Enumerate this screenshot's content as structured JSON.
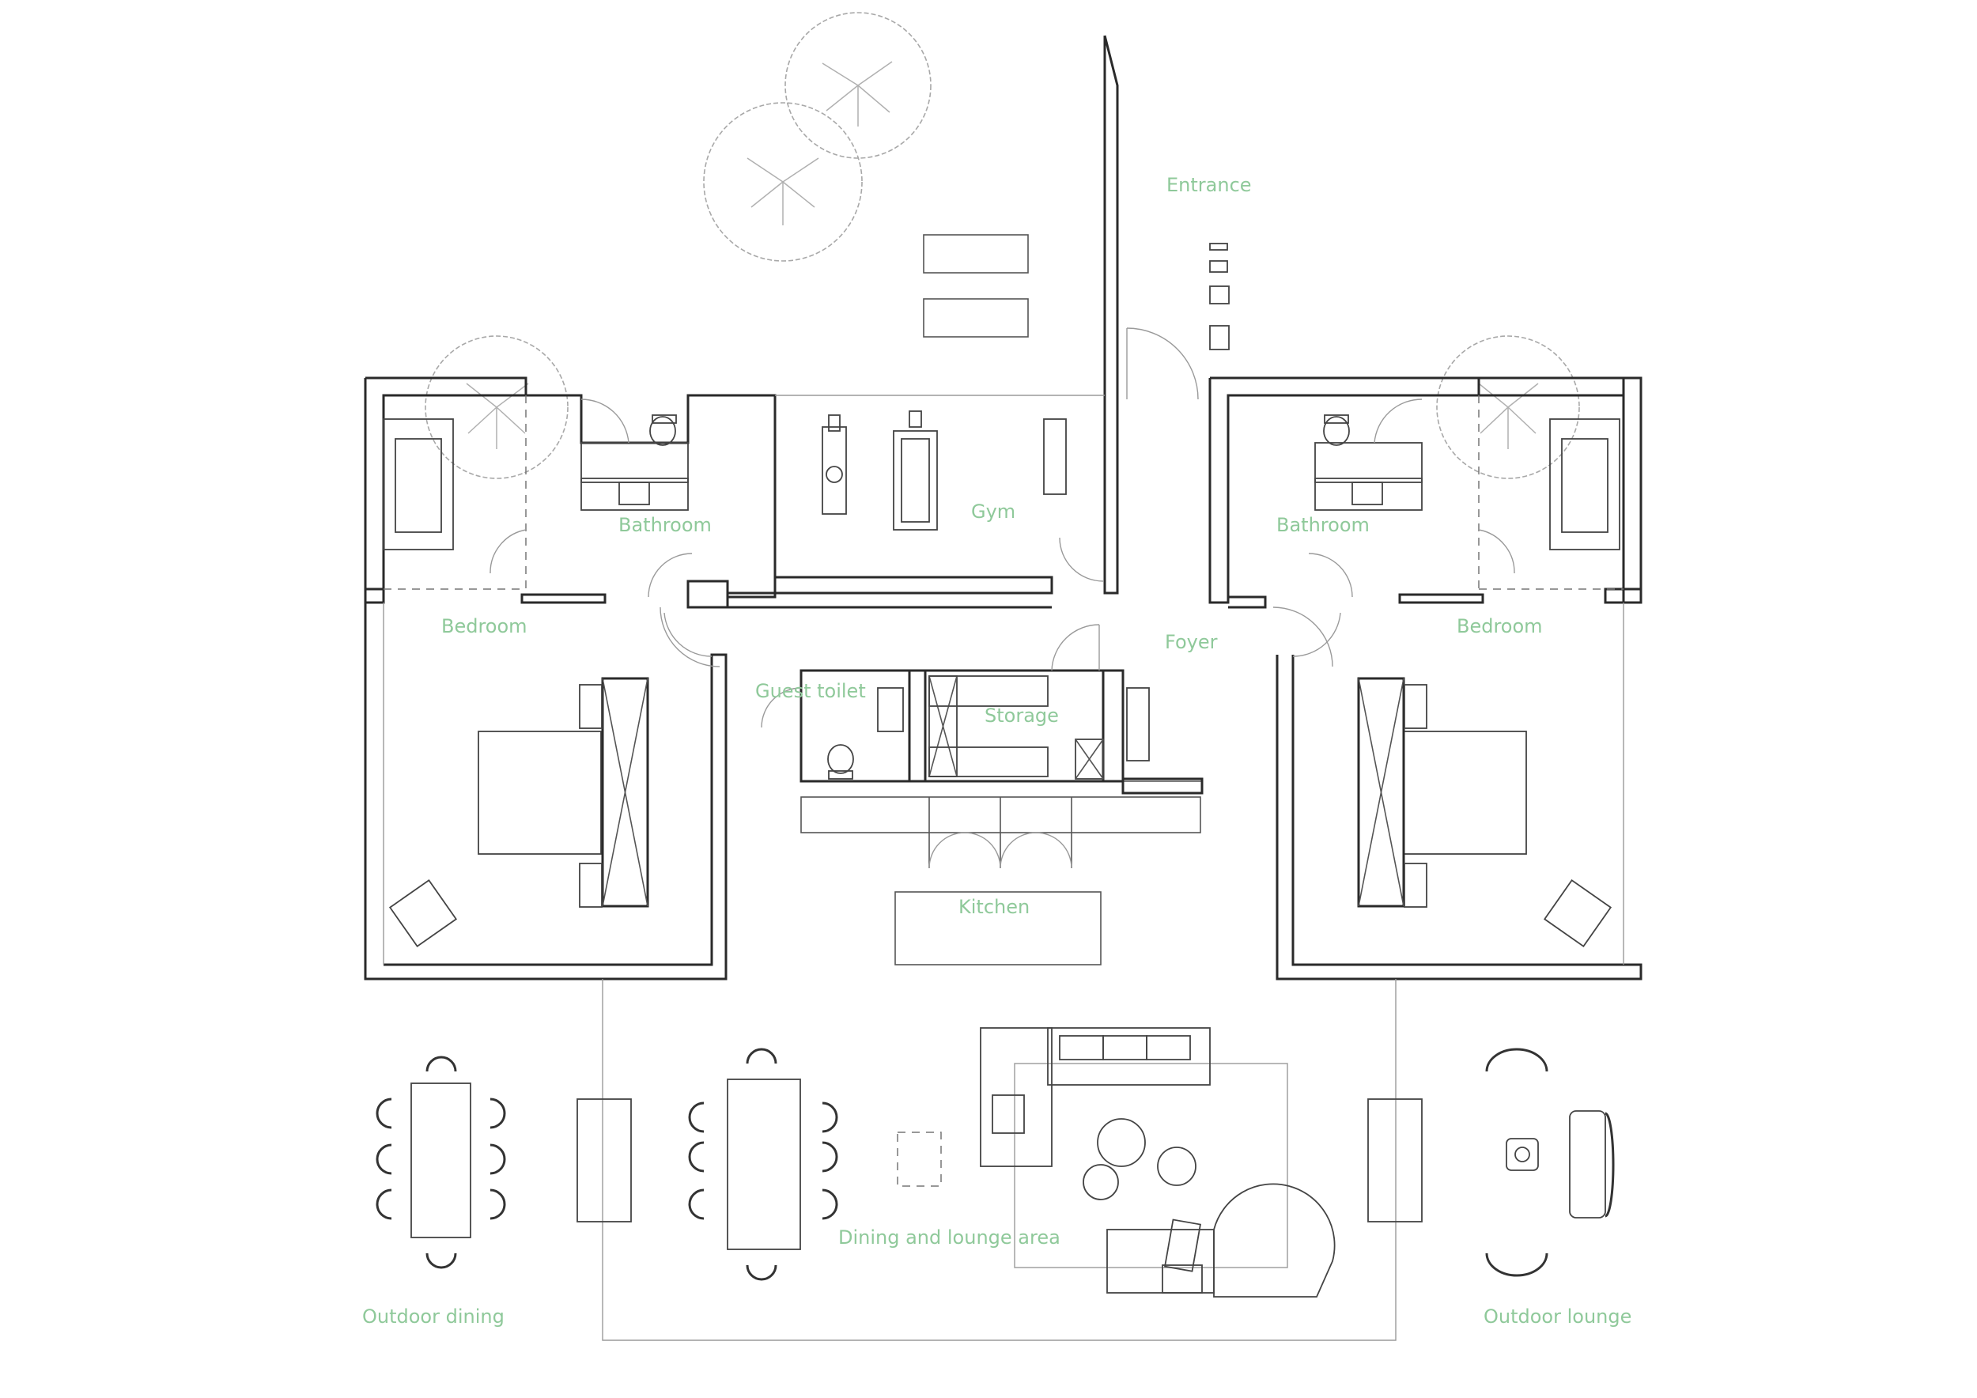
{
  "rooms": {
    "entrance": "Entrance",
    "bathroom_left": "Bathroom",
    "gym": "Gym",
    "bathroom_right": "Bathroom",
    "bedroom_left": "Bedroom",
    "foyer": "Foyer",
    "bedroom_right": "Bedroom",
    "guest_toilet": "Guest toilet",
    "storage": "Storage",
    "kitchen": "Kitchen",
    "dining_lounge": "Dining and lounge area",
    "outdoor_dining": "Outdoor dining",
    "outdoor_lounge": "Outdoor lounge"
  },
  "colors": {
    "label": "#8fc99a",
    "wall": "#2a2a2a",
    "line": "#555555",
    "tree": "#a8a8a8"
  }
}
